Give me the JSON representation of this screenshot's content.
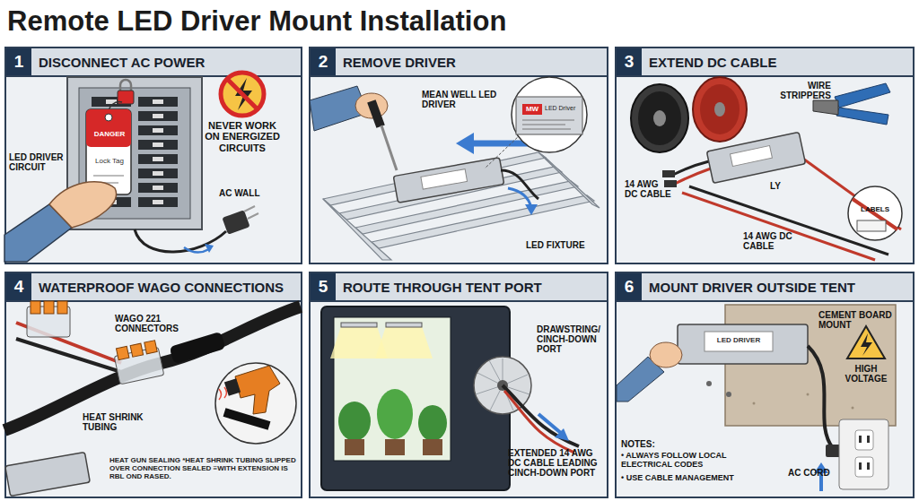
{
  "diagram": {
    "title": "Remote LED Driver Mount Installation",
    "nodes": [
      {
        "text": [
          "1",
          "DISCONNECT AC POWER"
        ]
      },
      {
        "text": [
          "2",
          "REMOVE DRIVER"
        ]
      },
      {
        "text": [
          "3",
          "EXTEND DC CABLE"
        ]
      },
      {
        "text": [
          "4",
          "WATERPROOF WAGO CONNECTIONS"
        ]
      },
      {
        "text": [
          "5",
          "ROUTE THROUGH TENT PORT"
        ]
      },
      {
        "text": [
          "6",
          "MOUNT DRIVER OUTSIDE TENT"
        ]
      }
    ],
    "labels": [
      "LED DRIVER CIRCUIT",
      "DANGER",
      "Lock Tag",
      "NEVER WORK ON ENERGIZED CIRCUITS",
      "AC WALL",
      "MEAN WELL LED DRIVER",
      "MW",
      "LED Driver",
      "LED FIXTURE",
      "WIRE STRIPPERS",
      "14 AWG DC CABLE",
      "LY",
      "14 AWG DC CABLE",
      "LABELS",
      "WAGO 221 CONNECTORS",
      "HEAT SHRINK TUBING",
      "HEAT GUN SEALING *HEAT SHRINK TUBING SLIPPED OVER CONNECTION SEALED ≡WITH EXTENSION IS RBL OND RASED.",
      "DRAWSTRING/ CINCH-DOWN PORT",
      "EXTENDED 14 AWG DC CABLE LEADING CINCH-DOWN PORT",
      "CEMENT BOARD MOUNT",
      "HIGH VOLTAGE",
      "LED DRIVER",
      "AC CORD",
      "NOTES:",
      "• ALWAYS FOLLOW LOCAL ELECTRICAL CODES",
      "• USE CABLE MANAGEMENT"
    ]
  }
}
